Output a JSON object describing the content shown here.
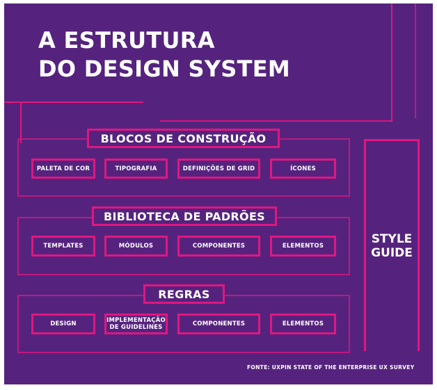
{
  "title": "A ESTRUTURA\nDO DESIGN SYSTEM",
  "colors": {
    "background": "#55237e",
    "accent": "#e0177f",
    "text": "#ffffff"
  },
  "sections": [
    {
      "label": "BLOCOS DE CONSTRUÇÃO",
      "items": [
        "PALETA DE COR",
        "TIPOGRAFIA",
        "DEFINIÇÕES DE GRID",
        "ÍCONES"
      ]
    },
    {
      "label": "BIBLIOTECA DE PADRÕES",
      "items": [
        "TEMPLATES",
        "MÓDULOS",
        "COMPONENTES",
        "ELEMENTOS"
      ]
    },
    {
      "label": "REGRAS",
      "items": [
        "DESIGN",
        "IMPLEMENTAÇÃO\nDE GUIDELINES",
        "COMPONENTES",
        "ELEMENTOS"
      ]
    }
  ],
  "style_guide": "STYLE\nGUIDE",
  "source": "FONTE: UXPIN STATE OF THE ENTERPRISE UX SURVEY"
}
